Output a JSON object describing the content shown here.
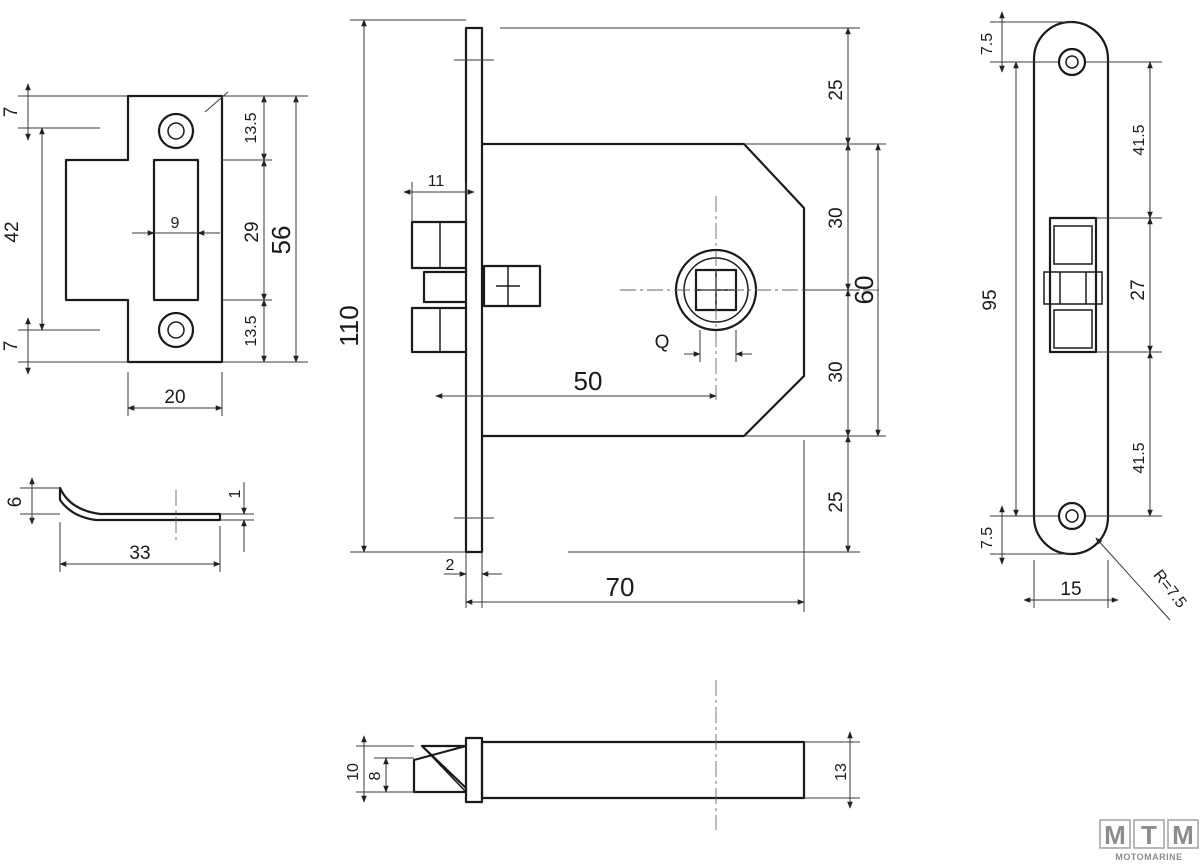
{
  "dimensions": {
    "strike_top_tab": "7",
    "strike_body_height": "42",
    "strike_bottom_tab": "7",
    "strike_slot_width": "9",
    "strike_top_hole": "13.5",
    "strike_slot_height": "29",
    "strike_bottom_hole": "13.5",
    "strike_total_height": "56",
    "strike_width": "20",
    "lip_height": "6",
    "lip_thickness": "1",
    "lip_length": "33",
    "latch_projection": "11",
    "lock_height": "110",
    "faceplate_thickness": "2",
    "lock_depth": "70",
    "backset": "50",
    "spindle_label": "Q",
    "top_margin": "25",
    "upper_half": "30",
    "lower_half": "30",
    "bottom_margin": "25",
    "case_height": "60",
    "plate_screw_top": "7.5",
    "plate_upper": "41.5",
    "plate_middle": "27",
    "plate_lower": "41.5",
    "plate_screw_bottom": "7.5",
    "plate_height": "95",
    "plate_width": "15",
    "plate_radius": "R=7.5",
    "latch_thickness": "8",
    "latch_head": "10",
    "case_thickness": "13"
  },
  "logo": {
    "letters": [
      "M",
      "T",
      "M"
    ],
    "wordmark": "MOTOMARINE"
  }
}
